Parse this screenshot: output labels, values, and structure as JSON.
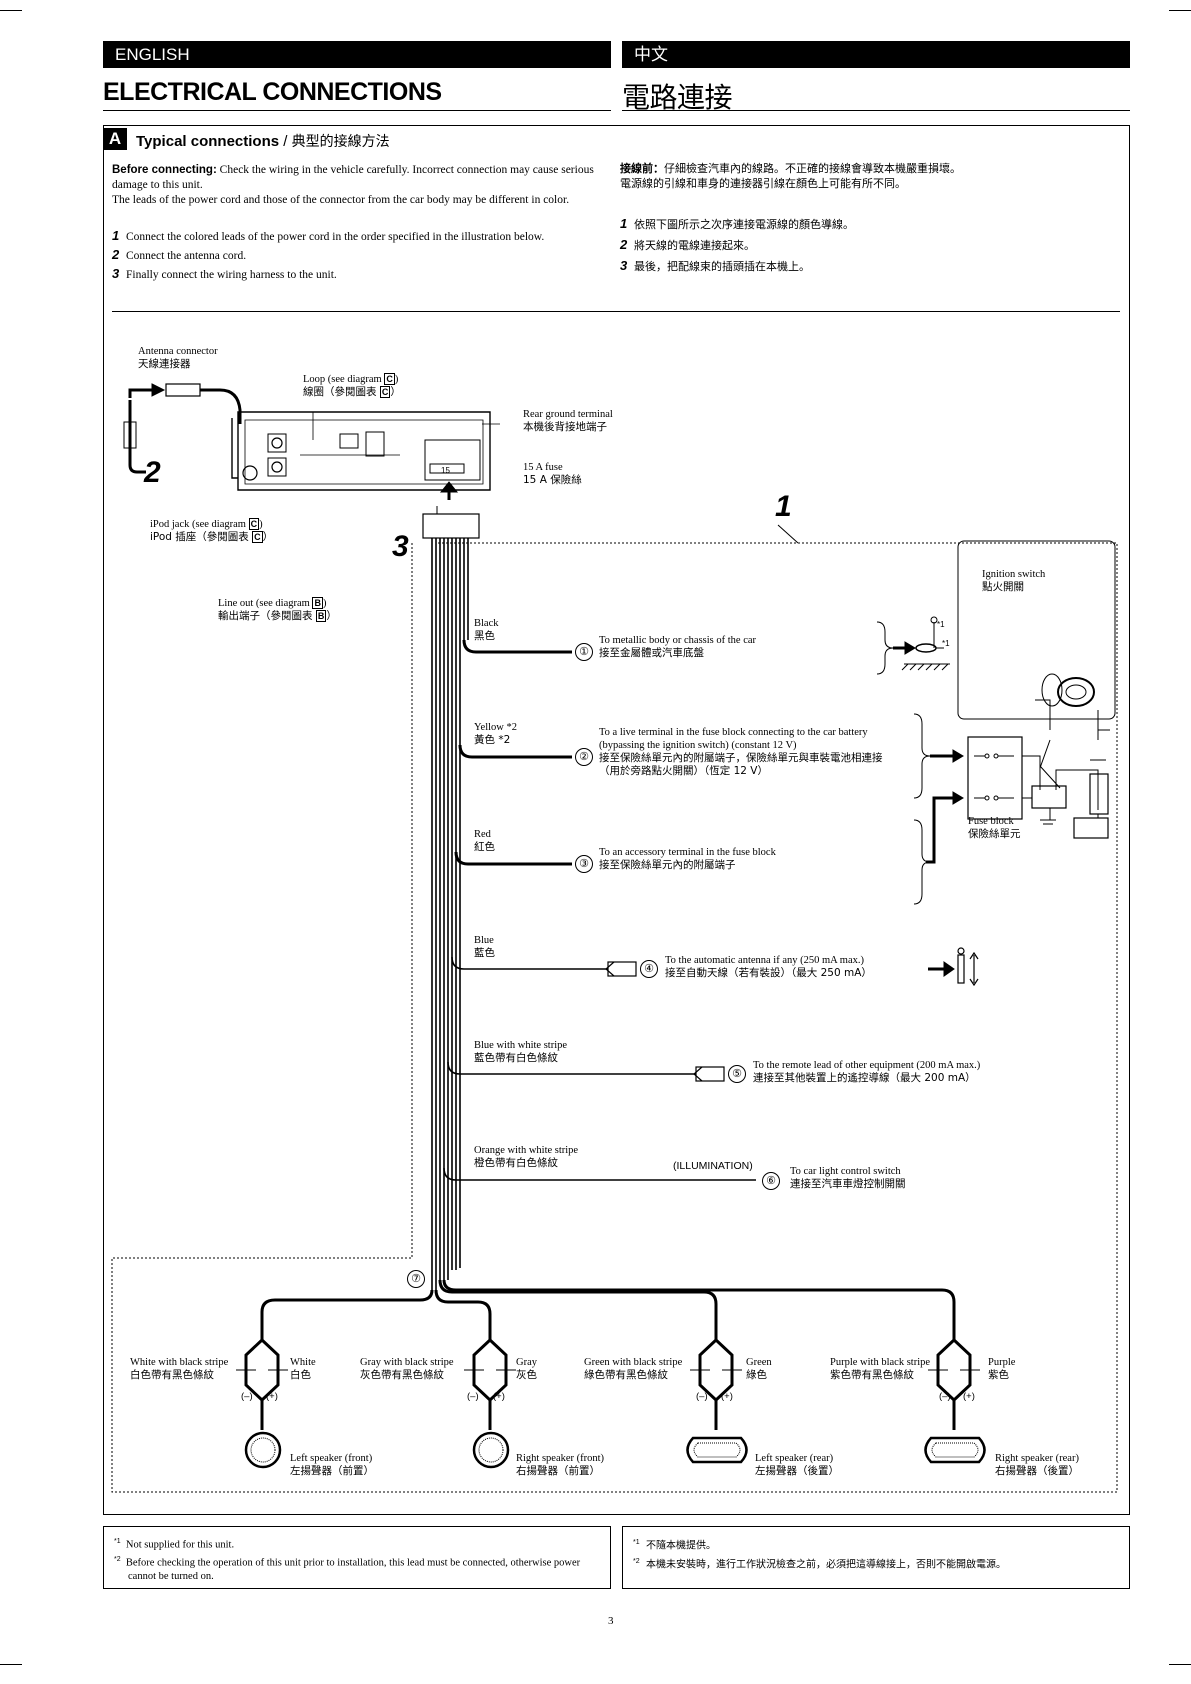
{
  "header": {
    "lang_en": "ENGLISH",
    "lang_zh": "中文",
    "title_en": "ELECTRICAL CONNECTIONS",
    "title_zh": "電路連接"
  },
  "section": {
    "badge": "A",
    "title_en": "Typical connections",
    "sep": " / ",
    "title_zh": "典型的接線方法"
  },
  "intro_en": {
    "bold": "Before connecting:",
    "line1": " Check the wiring in the vehicle carefully. Incorrect connection may cause serious",
    "line2": "damage to this unit.",
    "line3": "The leads of the power cord and those of the connector from the car body may be different in color."
  },
  "intro_zh": {
    "bold": "接線前：",
    "line1": "仔細檢查汽車內的線路。不正確的接線會導致本機嚴重損壞。",
    "line2": "電源線的引線和車身的連接器引線在顏色上可能有所不同。"
  },
  "steps_en": [
    {
      "num": "1",
      "text": "Connect the colored leads of the power cord in the order specified in the illustration below."
    },
    {
      "num": "2",
      "text": "Connect the antenna cord."
    },
    {
      "num": "3",
      "text": "Finally connect the wiring harness to the unit."
    }
  ],
  "steps_zh": [
    {
      "num": "1",
      "text": "依照下圖所示之次序連接電源線的顏色導線。"
    },
    {
      "num": "2",
      "text": "將天線的電線連接起來。"
    },
    {
      "num": "3",
      "text": "最後，把配線束的插頭插在本機上。"
    }
  ],
  "diagram": {
    "antenna_connector": {
      "en": "Antenna connector",
      "zh": "天線連接器"
    },
    "loop": {
      "en": "Loop (see diagram ",
      "badge": "C",
      "en_end": ")",
      "zh": "線圈（參閱圖表 ",
      "zh_end": "）"
    },
    "rear_ground": {
      "en": "Rear ground terminal",
      "zh": "本機後背接地端子"
    },
    "fuse": {
      "en": "15 A fuse",
      "zh": "15 A 保險絲"
    },
    "fuse_mark": "15",
    "ipod": {
      "en": "iPod jack (see diagram ",
      "badge": "C",
      "en_end": ")",
      "zh": "iPod 插座（參閱圖表 ",
      "zh_end": "）"
    },
    "lineout": {
      "en": "Line out (see diagram ",
      "badge": "B",
      "en_end": ")",
      "zh": "輸出端子（參閱圖表 ",
      "zh_end": "）"
    },
    "ignition": {
      "en": "Ignition switch",
      "zh": "點火開關"
    },
    "fuse_block": {
      "en": "Fuse block",
      "zh": "保險絲單元"
    },
    "step_marks": {
      "one": "1",
      "two": "2",
      "three": "3"
    },
    "star1": "*1",
    "wires": [
      {
        "en": "Black",
        "zh": "黑色",
        "num": "①",
        "to_en": "To metallic body or chassis of the car",
        "to_zh": "接至金屬體或汽車底盤"
      },
      {
        "en": "Yellow *2",
        "zh": "黃色 *2",
        "num": "②",
        "to_en": "To a live terminal in the fuse block connecting to the car battery",
        "to_en2": "(bypassing the ignition switch) (constant 12 V)",
        "to_zh": "接至保險絲單元內的附屬端子，保險絲單元與車裝電池相連接",
        "to_zh2": "（用於旁路點火開關）（恆定 12 V）"
      },
      {
        "en": "Red",
        "zh": "紅色",
        "num": "③",
        "to_en": "To an accessory terminal in the fuse block",
        "to_zh": "接至保險絲單元內的附屬端子"
      },
      {
        "en": "Blue",
        "zh": "藍色",
        "num": "④",
        "to_en": "To the automatic antenna if any (250 mA max.)",
        "to_zh": "接至自動天線（若有裝設）（最大 250 mA）"
      },
      {
        "en": "Blue with white stripe",
        "zh": "藍色帶有白色條紋",
        "num": "⑤",
        "to_en": "To the remote lead of other equipment (200 mA max.)",
        "to_zh": "連接至其他裝置上的遙控導線（最大 200 mA）"
      },
      {
        "en": "Orange with white stripe",
        "zh": "橙色帶有白色條紋",
        "num": "⑥",
        "tag": "(ILLUMINATION)",
        "to_en": "To car light control switch",
        "to_zh": "連接至汽車車燈控制開關"
      }
    ],
    "speaker_num": "⑦",
    "speakers": [
      {
        "neg_en": "White with black stripe",
        "neg_zh": "白色帶有黑色條紋",
        "pos_en": "White",
        "pos_zh": "白色",
        "name_en": "Left speaker (front)",
        "name_zh": "左揚聲器（前置）"
      },
      {
        "neg_en": "Gray with black stripe",
        "neg_zh": "灰色帶有黑色條紋",
        "pos_en": "Gray",
        "pos_zh": "灰色",
        "name_en": "Right speaker (front)",
        "name_zh": "右揚聲器（前置）"
      },
      {
        "neg_en": "Green with black stripe",
        "neg_zh": "綠色帶有黑色條紋",
        "pos_en": "Green",
        "pos_zh": "綠色",
        "name_en": "Left speaker (rear)",
        "name_zh": "左揚聲器（後置）"
      },
      {
        "neg_en": "Purple with black stripe",
        "neg_zh": "紫色帶有黑色條紋",
        "pos_en": "Purple",
        "pos_zh": "紫色",
        "name_en": "Right speaker (rear)",
        "name_zh": "右揚聲器（後置）"
      }
    ],
    "minus": "(–)",
    "plus": "(+)"
  },
  "notes_en": [
    {
      "mark": "*1",
      "text": "Not supplied for this unit."
    },
    {
      "mark": "*2",
      "text": "Before checking the operation of this unit prior to installation, this lead must be connected, otherwise power",
      "text2": "cannot be turned on."
    }
  ],
  "notes_zh": [
    {
      "mark": "*1",
      "text": "不隨本機提供。"
    },
    {
      "mark": "*2",
      "text": "本機未安裝時，進行工作狀況檢查之前，必須把這導線接上，否則不能開啟電源。"
    }
  ],
  "page_number": "3"
}
